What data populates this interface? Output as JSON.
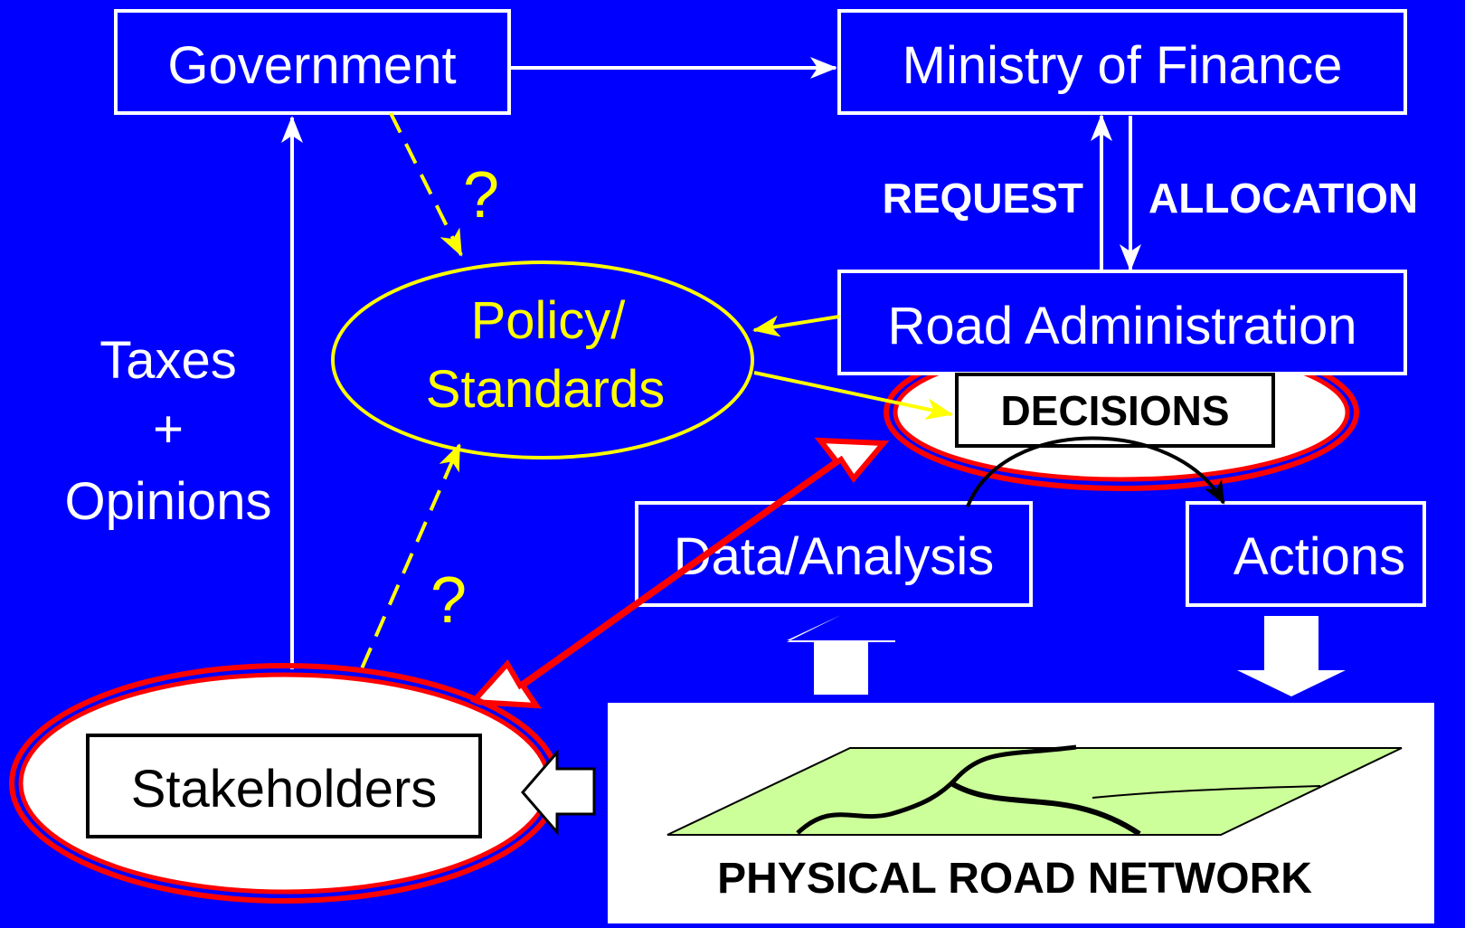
{
  "nodes": {
    "government": "Government",
    "ministry": "Ministry of Finance",
    "road_admin": "Road Administration",
    "policy_line1": "Policy/",
    "policy_line2": "Standards",
    "decisions": "DECISIONS",
    "data_analysis": "Data/Analysis",
    "actions": "Actions",
    "stakeholders": "Stakeholders",
    "network": "PHYSICAL ROAD NETWORK"
  },
  "labels": {
    "request": "REQUEST",
    "allocation": "ALLOCATION",
    "taxes": "Taxes",
    "plus": "+",
    "opinions": "Opinions",
    "question_top": "?",
    "question_bottom": "?"
  },
  "colors": {
    "background": "#0000FF",
    "foreground": "#FFFFFF",
    "policy": "#FFFF00",
    "highlight": "#FF0000",
    "map_surface": "#CCFF99"
  }
}
